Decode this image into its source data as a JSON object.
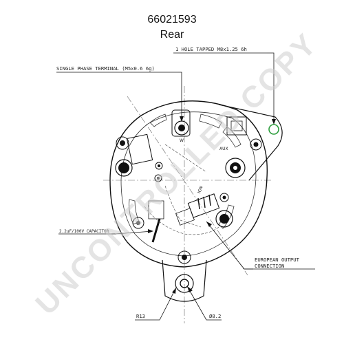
{
  "header": {
    "part_number": "66021593",
    "view": "Rear"
  },
  "callouts": {
    "tapped_hole": "1 HOLE TAPPED M8x1.25 6h",
    "single_phase_terminal": "SINGLE PHASE TERMINAL (M5x0.6 6g)",
    "capacitor": "2.2uF/100V CAPACITOR",
    "european_output_line1": "EUROPEAN OUTPUT",
    "european_output_line2": "CONNECTION",
    "radius": "R13",
    "diameter": "Ø8.2"
  },
  "terminal_marks": {
    "w": "W",
    "aux": "AUX",
    "ign": "IGN"
  },
  "watermark": "UNCONTROLLED COPY"
}
